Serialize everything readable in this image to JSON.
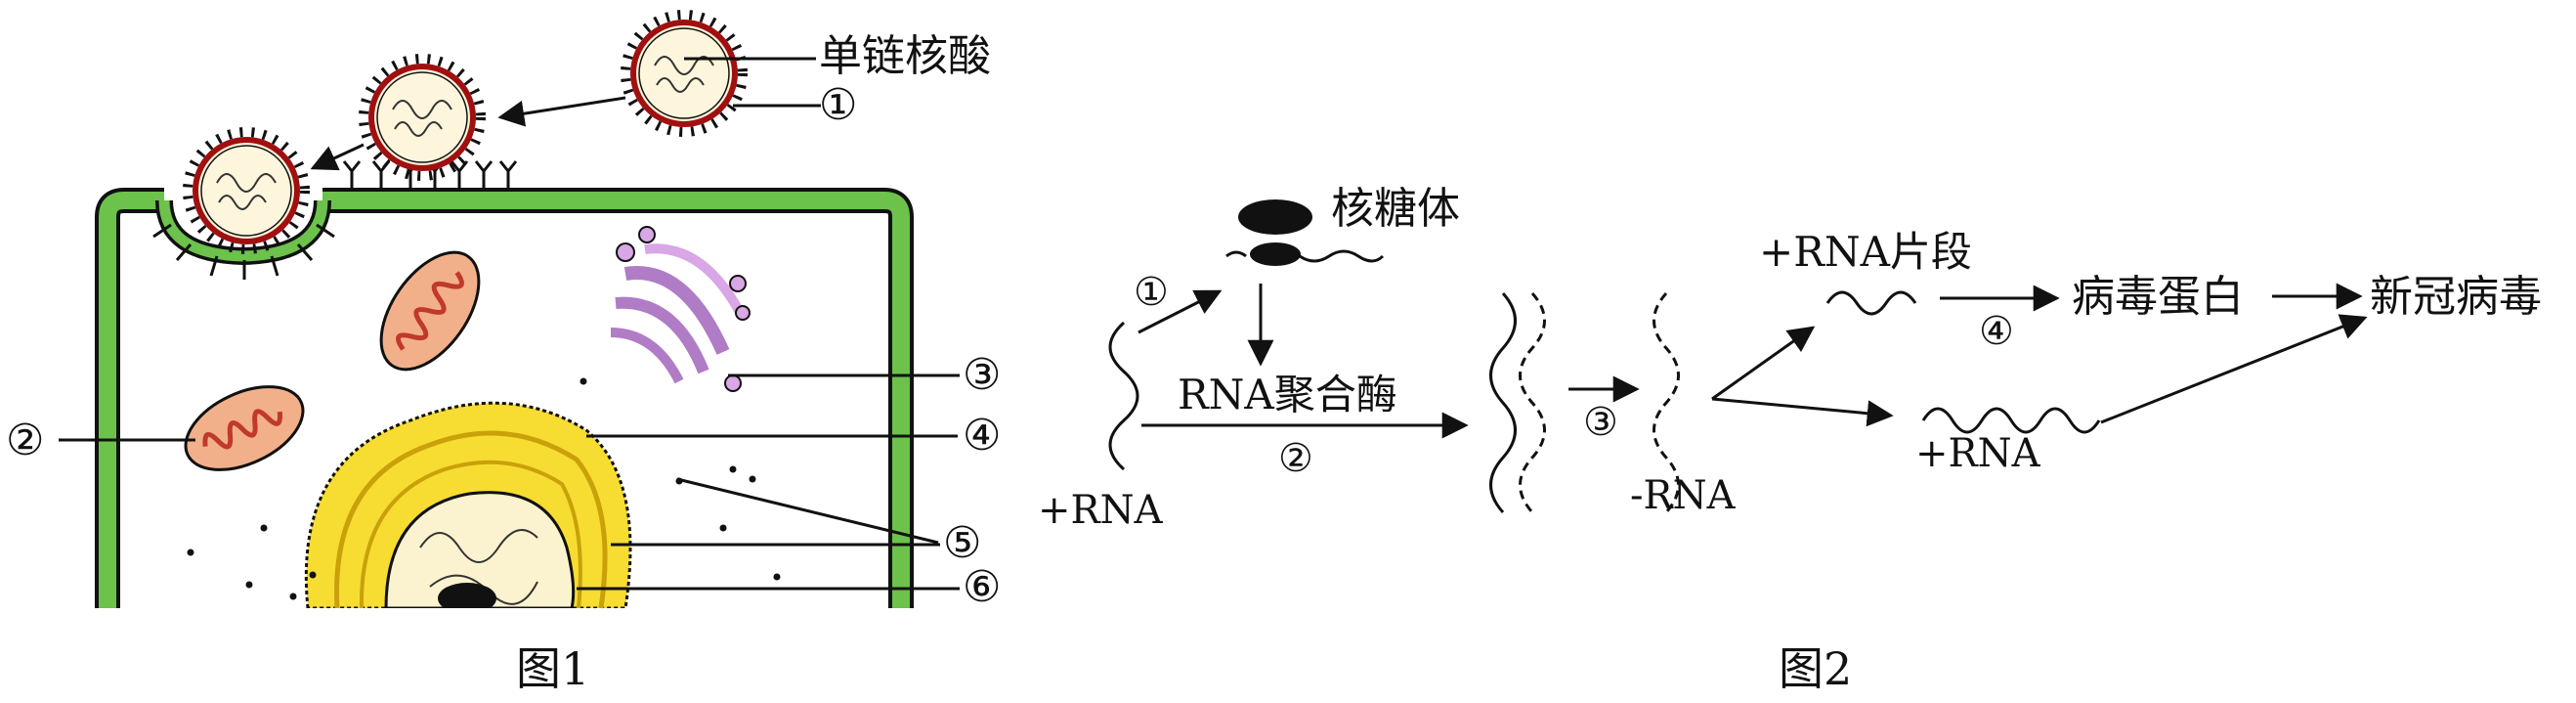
{
  "figure1": {
    "caption": "图1",
    "labels": {
      "nucleic_acid": "单链核酸",
      "marker_1": "①",
      "marker_2": "②",
      "marker_3": "③",
      "marker_4": "④",
      "marker_5": "⑤",
      "marker_6": "⑥"
    },
    "colors": {
      "cell_wall": "#6cc24a",
      "mitochondrion": "#f2b08a",
      "golgi": "#d9a6e6",
      "er": "#f7dc32",
      "virus_envelope": "#a01010",
      "virus_core": "#fdf6dc"
    }
  },
  "figure2": {
    "caption": "图2",
    "labels": {
      "ribosome": "核糖体",
      "rna_polymerase": "RNA聚合酶",
      "plus_rna_input": "+RNA",
      "minus_rna": "-RNA",
      "plus_rna_fragment": "+RNA片段",
      "plus_rna_output": "+RNA",
      "viral_protein": "病毒蛋白",
      "new_virus": "新冠病毒",
      "step_1": "①",
      "step_2": "②",
      "step_3": "③",
      "step_4": "④"
    }
  }
}
